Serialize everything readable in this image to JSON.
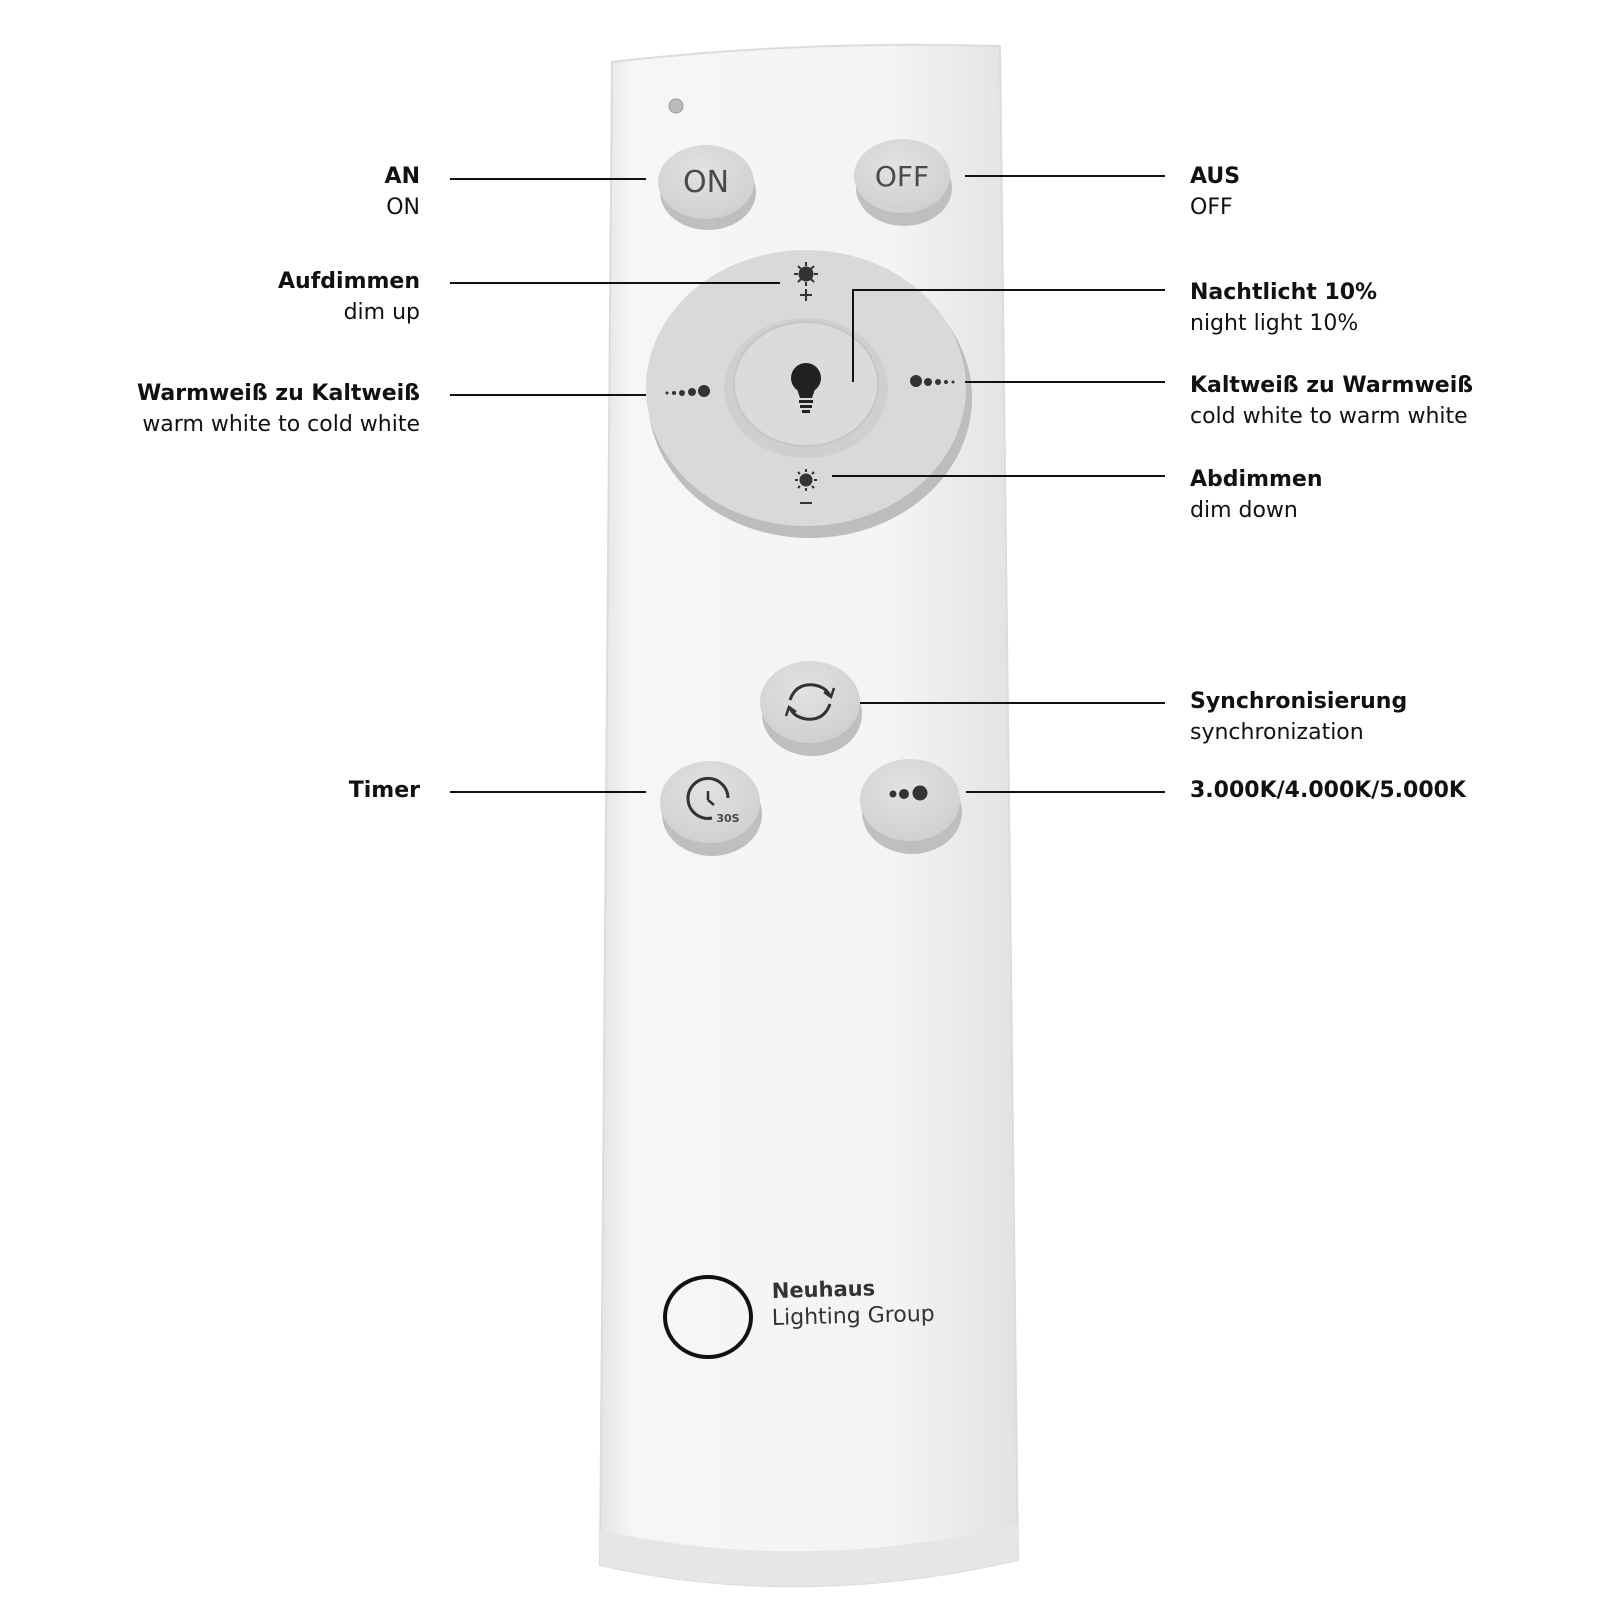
{
  "remote": {
    "buttons": {
      "on": "ON",
      "off": "OFF",
      "timer_badge": "30S"
    },
    "brand": {
      "line1": "Neuhaus",
      "line2": "Lighting Group"
    },
    "icons": [
      "sun-plus-icon",
      "sun-minus-icon",
      "bulb-icon",
      "dots-warm-icon",
      "dots-cold-icon",
      "sync-icon",
      "timer-icon",
      "color-temp-icon",
      "brand-ring-logo"
    ]
  },
  "labels": {
    "on": {
      "de": "AN",
      "en": "ON"
    },
    "off": {
      "de": "AUS",
      "en": "OFF"
    },
    "dim_up": {
      "de": "Aufdimmen",
      "en": "dim up"
    },
    "night_light": {
      "de": "Nachtlicht 10%",
      "en": "night light 10%"
    },
    "warm_to_cold": {
      "de": "Warmweiß zu Kaltweiß",
      "en": "warm white to cold white"
    },
    "cold_to_warm": {
      "de": "Kaltweiß zu Warmweiß",
      "en": "cold white to warm white"
    },
    "dim_down": {
      "de": "Abdimmen",
      "en": "dim down"
    },
    "sync": {
      "de": "Synchronisierung",
      "en": "synchronization"
    },
    "timer": {
      "de": "Timer"
    },
    "color_temp": {
      "de": "3.000K/4.000K/5.000K"
    }
  },
  "colors": {
    "body": "#f3f3f3",
    "button": "#d7d7d7",
    "leader": "#111111"
  }
}
